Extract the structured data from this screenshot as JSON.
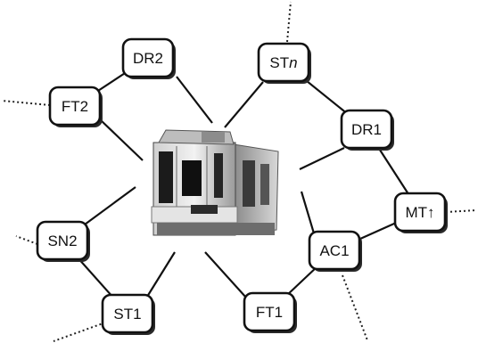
{
  "diagram": {
    "center": {
      "name": "machine-tool-photo"
    },
    "nodes": [
      {
        "id": "DR2",
        "label": "DR2",
        "italic_suffix": ""
      },
      {
        "id": "STn",
        "label": "ST",
        "italic_suffix": "n"
      },
      {
        "id": "FT2",
        "label": "FT2",
        "italic_suffix": ""
      },
      {
        "id": "DR1",
        "label": "DR1",
        "italic_suffix": ""
      },
      {
        "id": "MT1",
        "label": "MT↑",
        "italic_suffix": ""
      },
      {
        "id": "SN2",
        "label": "SN2",
        "italic_suffix": ""
      },
      {
        "id": "AC1",
        "label": "AC1",
        "italic_suffix": ""
      },
      {
        "id": "ST1",
        "label": "ST1",
        "italic_suffix": ""
      },
      {
        "id": "FT1",
        "label": "FT1",
        "italic_suffix": ""
      }
    ],
    "edges": [
      [
        "DR2",
        "FT2"
      ],
      [
        "STn",
        "DR1"
      ],
      [
        "DR1",
        "MT1"
      ],
      [
        "MT1",
        "AC1"
      ],
      [
        "AC1",
        "FT1"
      ],
      [
        "SN2",
        "ST1"
      ]
    ],
    "center_links": [
      "DR2",
      "STn",
      "FT2",
      "DR1",
      "SN2",
      "AC1",
      "ST1",
      "FT1"
    ],
    "external_links": [
      "FT2",
      "STn",
      "MT1",
      "SN2",
      "AC1",
      "ST1"
    ]
  }
}
